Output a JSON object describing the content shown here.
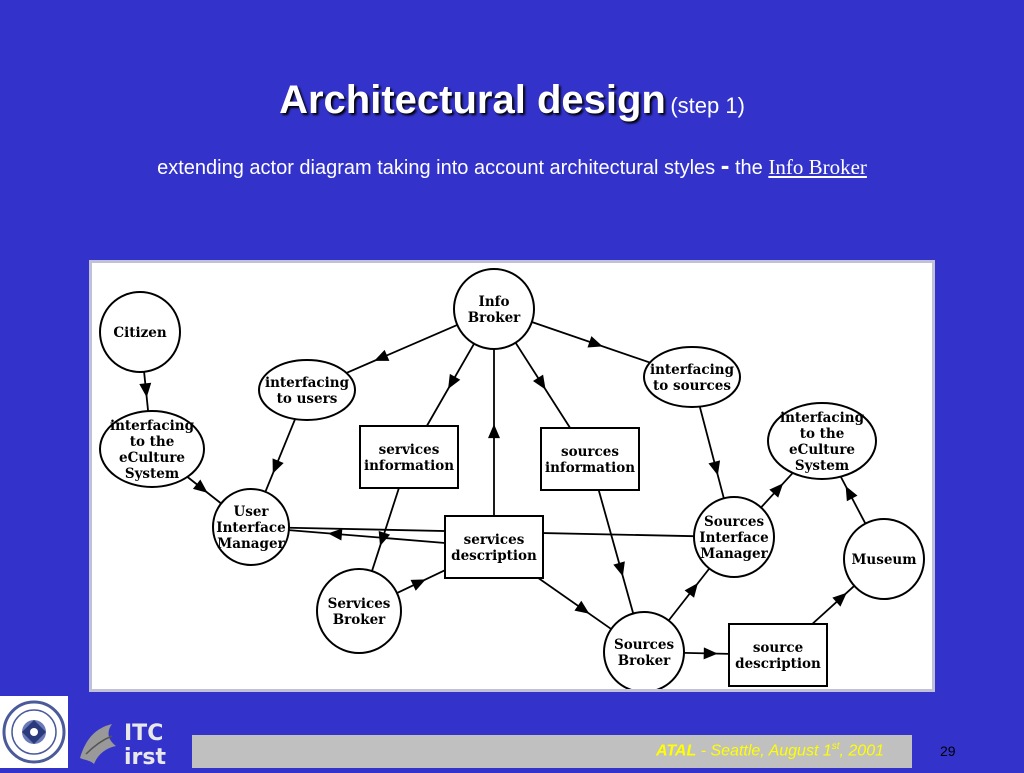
{
  "title": {
    "main": "Architectural design",
    "step": "(step 1)"
  },
  "subtitle": {
    "text": "extending actor diagram taking into account architectural styles",
    "dash": "-",
    "the": "the",
    "info_broker": "Info Broker"
  },
  "diagram": {
    "nodes": {
      "info_broker": [
        "Info",
        "Broker"
      ],
      "citizen": [
        "Citizen"
      ],
      "interfacing_users": [
        "interfacing",
        "to users"
      ],
      "interfacing_sources": [
        "interfacing",
        "to sources"
      ],
      "interfacing_eculture_left": [
        "interfacing",
        "to the",
        "eCulture",
        "System"
      ],
      "interfacing_eculture_right": [
        "interfacing",
        "to the",
        "eCulture",
        "System"
      ],
      "services_information": [
        "services",
        "information"
      ],
      "sources_information": [
        "sources",
        "information"
      ],
      "user_interface_manager": [
        "User",
        "Interface",
        "Manager"
      ],
      "services_description": [
        "services",
        "description"
      ],
      "sources_interface_manager": [
        "Sources",
        "Interface",
        "Manager"
      ],
      "museum": [
        "Museum"
      ],
      "services_broker": [
        "Services",
        "Broker"
      ],
      "sources_broker": [
        "Sources",
        "Broker"
      ],
      "source_description": [
        "source",
        "description"
      ]
    }
  },
  "footer": {
    "atal": "ATAL",
    "rest_before_sup": " - Seattle, August 1",
    "sup": "st",
    "rest_after_sup": ", 2001",
    "page": "29"
  },
  "logos": {
    "itc_top": "ITC",
    "itc_bottom": "irst"
  }
}
